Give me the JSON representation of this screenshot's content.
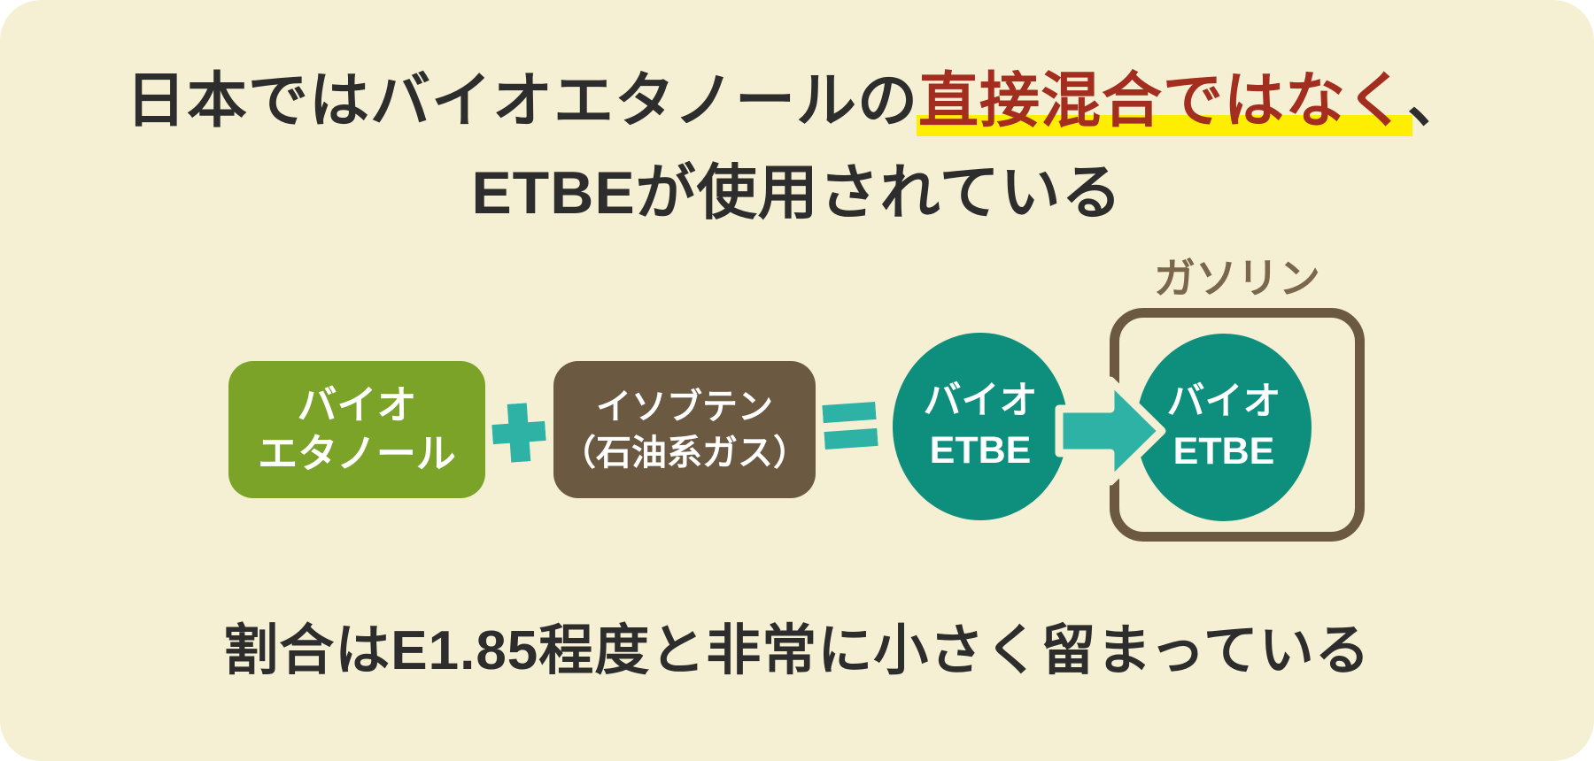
{
  "title": {
    "line1_prefix": "日本ではバイオエタノールの",
    "line1_highlighted": "直接混合ではなく",
    "line1_suffix": "、",
    "line2": "ETBEが使用されている"
  },
  "diagram": {
    "bio_ethanol_box": {
      "line1": "バイオ",
      "line2": "エタノール"
    },
    "isobutene_box": {
      "line1": "イソブテン",
      "line2": "（石油系ガス）"
    },
    "bio_etbe_circle_left": {
      "line1": "バイオ",
      "line2": "ETBE"
    },
    "bio_etbe_circle_right": {
      "line1": "バイオ",
      "line2": "ETBE"
    },
    "gasoline_label": "ガソリン",
    "operators": {
      "plus": "plus-icon",
      "equals": "equals-icon",
      "arrow": "arrow-right-icon"
    }
  },
  "footer": {
    "note": "割合はE1.85程度と非常に小さく留まっている"
  },
  "colors": {
    "cream": "#f5f0d3",
    "ink": "#2d2d2d",
    "red": "#a32d1f",
    "yellow": "#ffee00",
    "green": "#7aa328",
    "brown": "#6b5941",
    "teal_light": "#2db2a5",
    "teal_dark": "#0e8e7d",
    "brown_label": "#7a674c"
  }
}
